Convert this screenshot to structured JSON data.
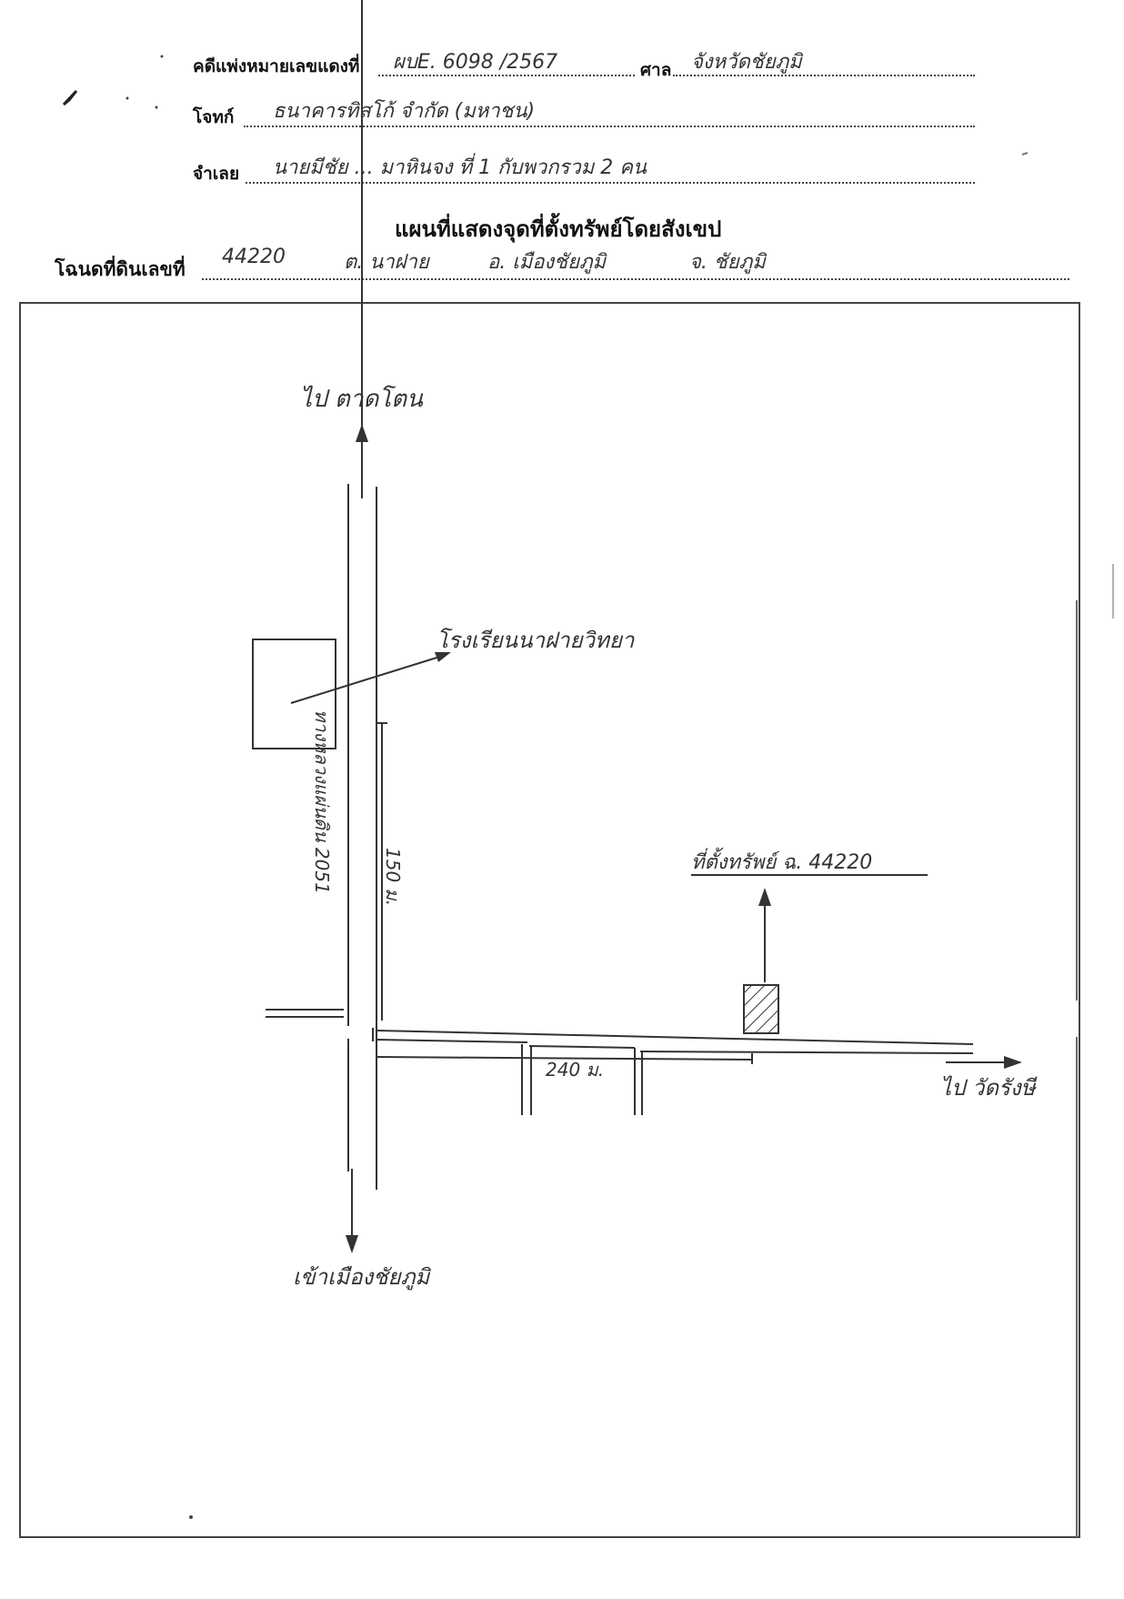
{
  "case": {
    "number_label": "คดีแพ่งหมายเลขแดงที่",
    "number_value": "ผบE. 6098 /2567",
    "court_label": "ศาล",
    "court_value": "จังหวัดชัยภูมิ"
  },
  "plaintiff": {
    "label": "โจทก์",
    "value": "ธนาคารทิสโก้ จำกัด (มหาชน)"
  },
  "defendant": {
    "label": "จำเลย",
    "value": "นายมีชัย ... มาหินจง ที่ 1 กับพวกรวม 2 คน"
  },
  "map_title": "แผนที่แสดงจุดที่ตั้งทรัพย์โดยสังเขป",
  "deed": {
    "label": "โฉนดที่ดินเลขที่",
    "number": "44220",
    "subdistrict": "ต. นาฝาย",
    "district": "อ. เมืองชัยภูมิ",
    "province": "จ. ชัยภูมิ"
  },
  "map": {
    "north_destination": "ไป ตาดโตน",
    "south_destination": "เข้าเมืองชัยภูมิ",
    "east_destination": "ไป วัดรังษี",
    "school_label": "โรงเรียนนาฝายวิทยา",
    "road_label": "ทางหลวงแผ่นดิน 2051",
    "distance_vertical": "150 ม.",
    "distance_horizontal": "240 ม.",
    "property_label": "ที่ตั้งทรัพย์ ฉ. 44220"
  }
}
